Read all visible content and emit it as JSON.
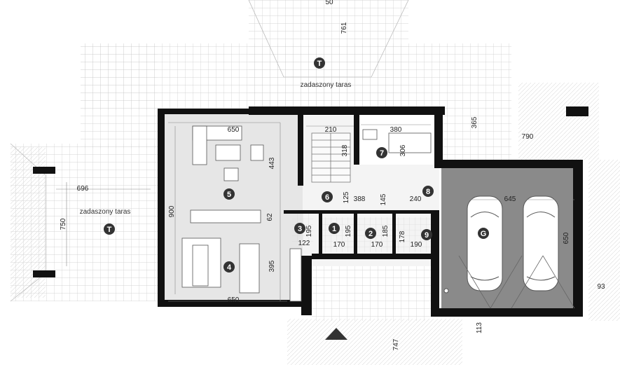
{
  "terrace_label": "zadaszony taras",
  "terrace_label_left": "zadaszony taras",
  "terrace_mark": "T",
  "terrace_mark_left": "T",
  "garage_mark": "G",
  "rooms": [
    "1",
    "2",
    "3",
    "4",
    "5",
    "6",
    "7",
    "8",
    "9"
  ],
  "dims": {
    "top": "50",
    "d761": "761",
    "d650_top": "650",
    "d210": "210",
    "d380": "380",
    "d365": "365",
    "d790": "790",
    "d318": "318",
    "d306": "306",
    "d443": "443",
    "d696": "696",
    "d125": "125",
    "d388": "388",
    "d145": "145",
    "d240": "240",
    "d900": "900",
    "d62": "62",
    "d750": "750",
    "d645": "645",
    "d195a": "195",
    "d195b": "195",
    "d185": "185",
    "d122": "122",
    "d170a": "170",
    "d170b": "170",
    "d178": "178",
    "d190": "190",
    "d650_garage": "650",
    "d395": "395",
    "d650_bottom": "650",
    "d93": "93",
    "d113": "113",
    "d747": "747"
  }
}
